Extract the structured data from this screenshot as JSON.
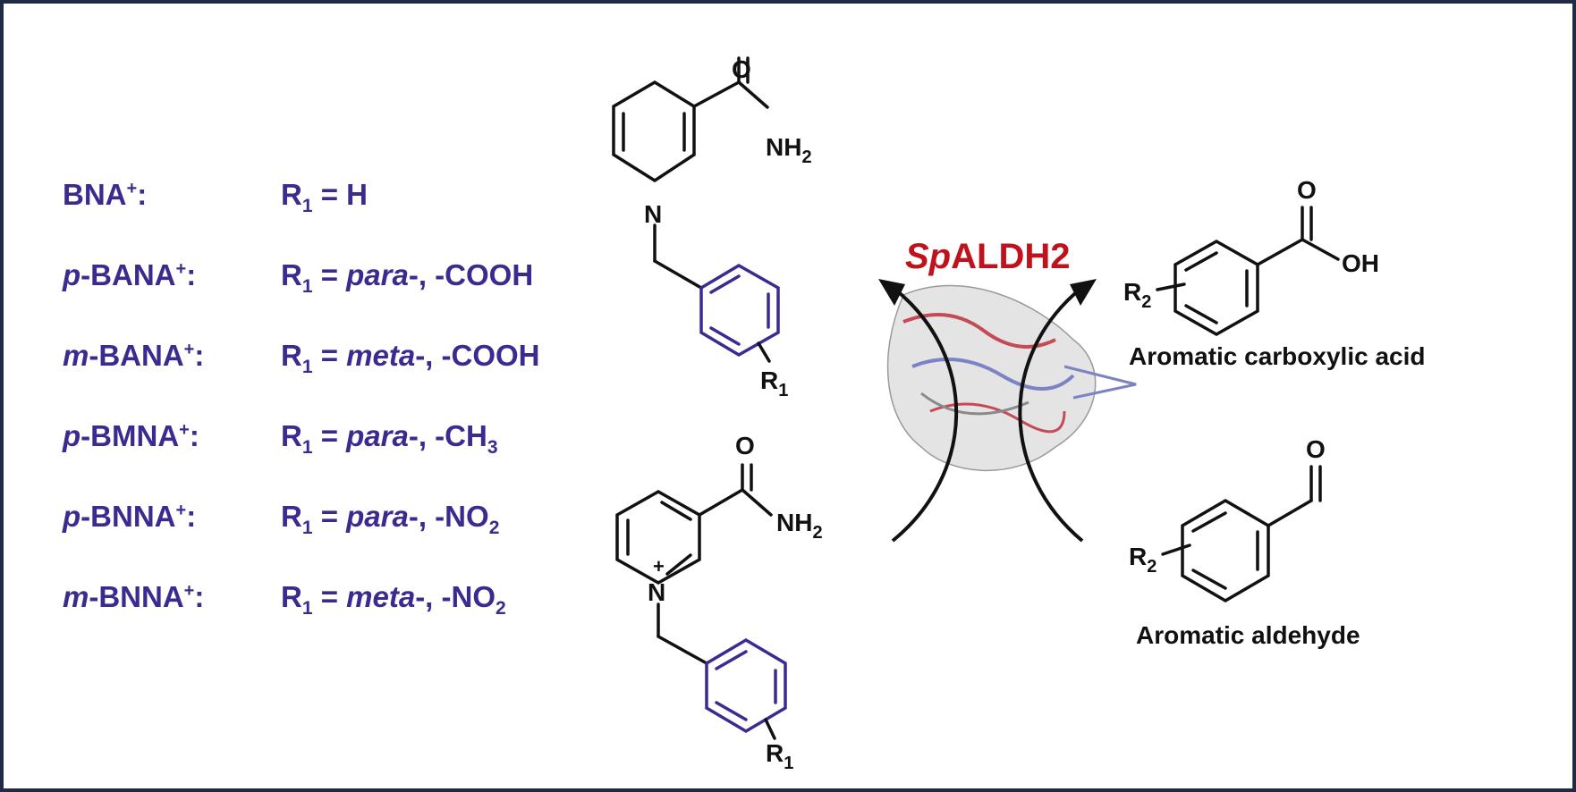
{
  "colors": {
    "derivative_label": "#3b2a8f",
    "enzyme_red": "#c0121d",
    "bond": "#111111",
    "frame_border": "#1f2a44"
  },
  "derivatives": [
    {
      "name_prefix": "",
      "name_main": "BNA",
      "name_sup": "+",
      "name_suffix": ":",
      "r_mid": " = H",
      "r_pos": "",
      "r_rest": ""
    },
    {
      "name_prefix": "p",
      "name_main": "-BANA",
      "name_sup": "+",
      "name_suffix": ":",
      "r_mid": " = ",
      "r_pos": "para",
      "r_rest": "-, -COOH"
    },
    {
      "name_prefix": "m",
      "name_main": "-BANA",
      "name_sup": "+",
      "name_suffix": ":",
      "r_mid": " = ",
      "r_pos": "meta",
      "r_rest": "-, -COOH"
    },
    {
      "name_prefix": "p",
      "name_main": "-BMNA",
      "name_sup": "+",
      "name_suffix": ":",
      "r_mid": " = ",
      "r_pos": "para",
      "r_rest": "-, -CH",
      "r_sub": "3"
    },
    {
      "name_prefix": "p",
      "name_main": "-BNNA",
      "name_sup": "+",
      "name_suffix": ":",
      "r_mid": " = ",
      "r_pos": "para",
      "r_rest": "-, -NO",
      "r_sub": "2"
    },
    {
      "name_prefix": "m",
      "name_main": "-BNNA",
      "name_sup": "+",
      "name_suffix": ":",
      "r_mid": " = ",
      "r_pos": "meta",
      "r_rest": "-, -NO",
      "r_sub": "2"
    }
  ],
  "r1_symbol": "R",
  "r1_sub": "1",
  "atoms": {
    "O": "O",
    "NH": "NH",
    "NH_sub": "2",
    "N": "N",
    "plus": "+",
    "R1": "R",
    "R1_sub": "1",
    "OH": "OH",
    "R2": "R",
    "R2_sub": "2"
  },
  "enzyme": {
    "italic": "Sp",
    "rest": "ALDH2"
  },
  "captions": {
    "acid": "Aromatic carboxylic acid",
    "aldehyde": "Aromatic aldehyde"
  }
}
